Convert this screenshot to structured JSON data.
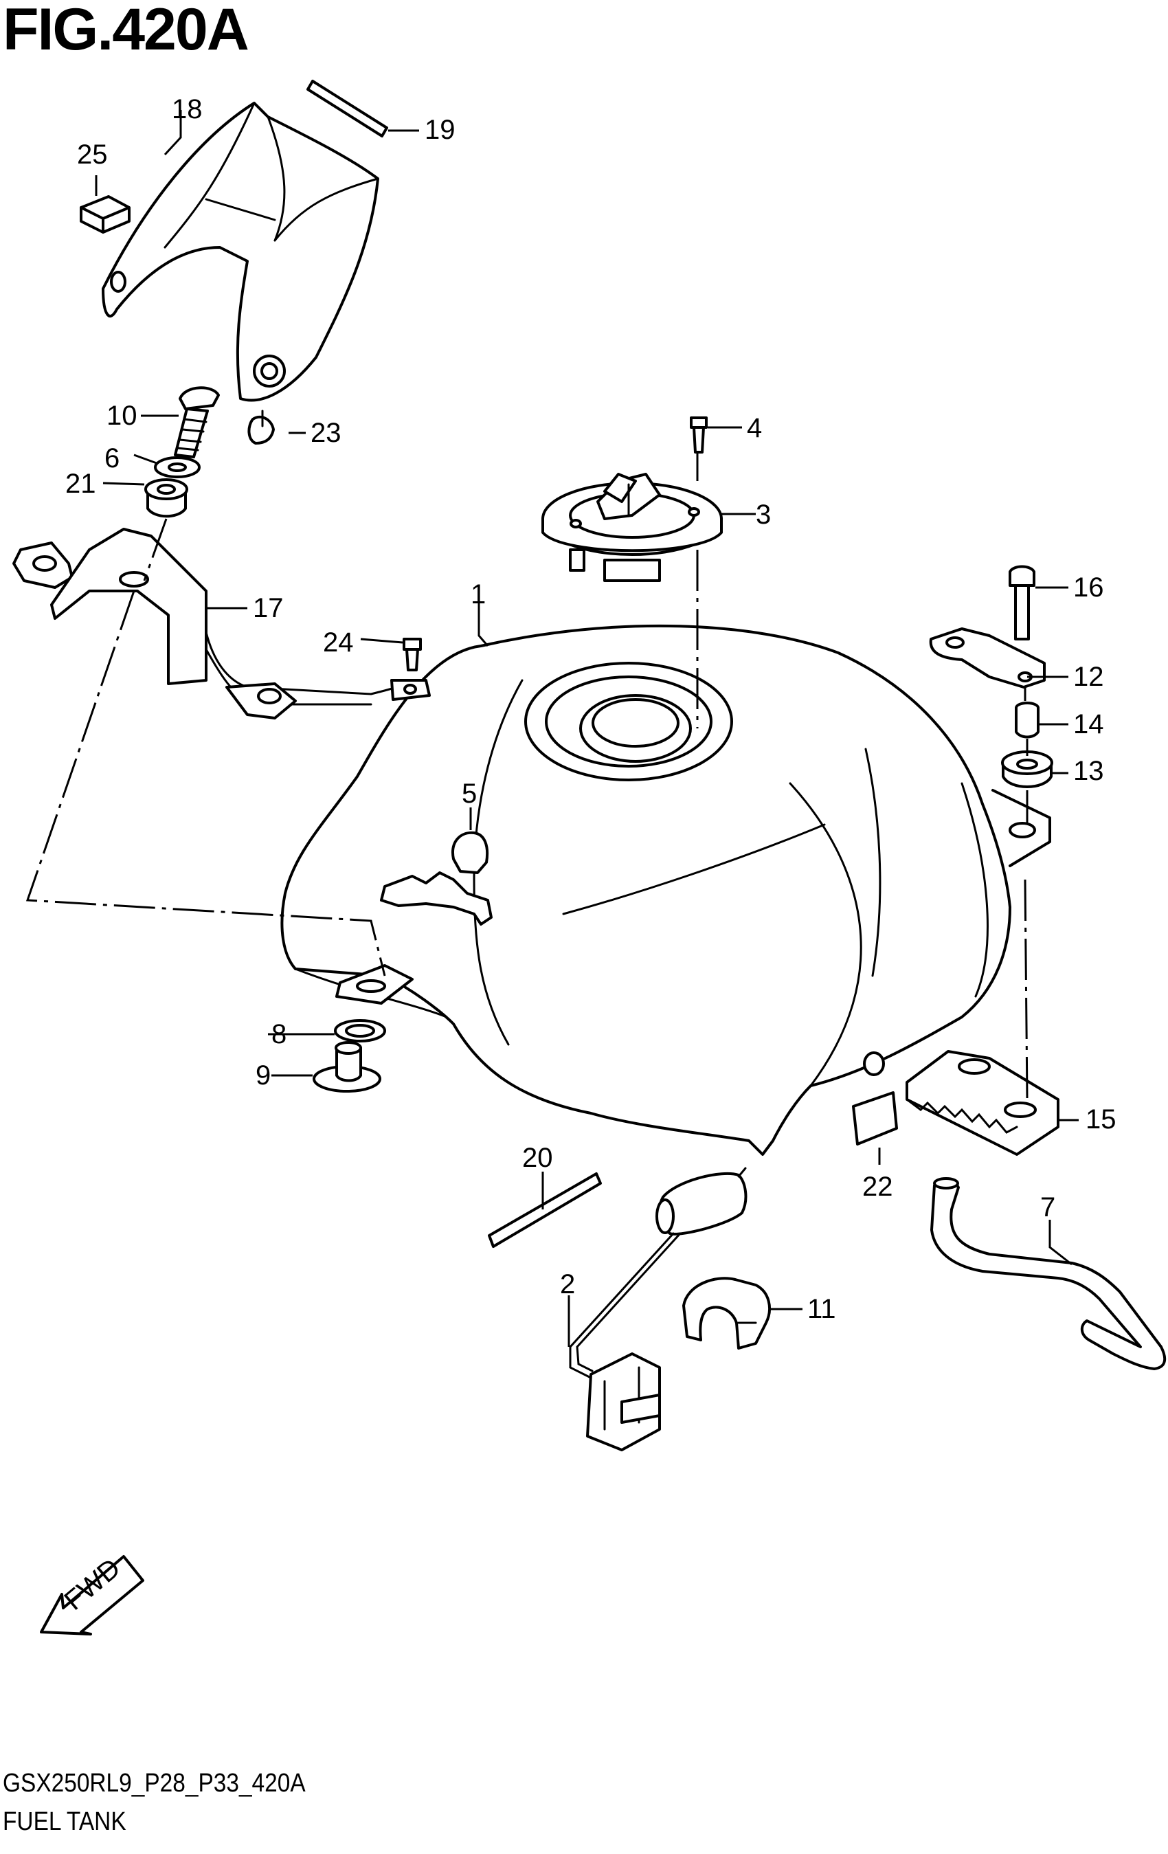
{
  "figure": {
    "title": "FIG.420A",
    "code": "GSX250RL9_P28_P33_420A",
    "name": "FUEL TANK",
    "fwd_label": "FWD"
  },
  "parts": [
    {
      "id": "1",
      "label": "1"
    },
    {
      "id": "2",
      "label": "2"
    },
    {
      "id": "3",
      "label": "3"
    },
    {
      "id": "4",
      "label": "4"
    },
    {
      "id": "5",
      "label": "5"
    },
    {
      "id": "6",
      "label": "6"
    },
    {
      "id": "7",
      "label": "7"
    },
    {
      "id": "8",
      "label": "8"
    },
    {
      "id": "9",
      "label": "9"
    },
    {
      "id": "10",
      "label": "10"
    },
    {
      "id": "11",
      "label": "11"
    },
    {
      "id": "12",
      "label": "12"
    },
    {
      "id": "13",
      "label": "13"
    },
    {
      "id": "14",
      "label": "14"
    },
    {
      "id": "15",
      "label": "15"
    },
    {
      "id": "16",
      "label": "16"
    },
    {
      "id": "17",
      "label": "17"
    },
    {
      "id": "18",
      "label": "18"
    },
    {
      "id": "19",
      "label": "19"
    },
    {
      "id": "20",
      "label": "20"
    },
    {
      "id": "21",
      "label": "21"
    },
    {
      "id": "22",
      "label": "22"
    },
    {
      "id": "23",
      "label": "23"
    },
    {
      "id": "24",
      "label": "24"
    },
    {
      "id": "25",
      "label": "25"
    }
  ]
}
